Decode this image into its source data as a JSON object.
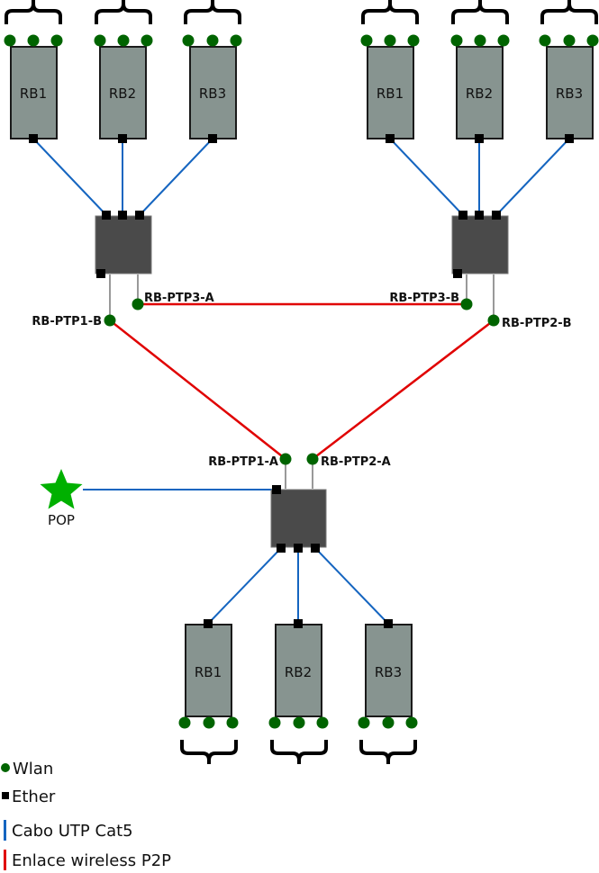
{
  "colors": {
    "utp": "#1565c0",
    "p2p": "#e00000",
    "wlan": "#006400",
    "ether": "#000000",
    "rb_fill": "#879490",
    "switch_fill": "#4a4a4a",
    "pop_star": "#00b000"
  },
  "top_left_group": {
    "rbs": [
      "RB1",
      "RB2",
      "RB3"
    ]
  },
  "top_right_group": {
    "rbs": [
      "RB1",
      "RB2",
      "RB3"
    ]
  },
  "bottom_group": {
    "rbs": [
      "RB1",
      "RB2",
      "RB3"
    ]
  },
  "links": {
    "ptp1_b": "RB-PTP1-B",
    "ptp3_a": "RB-PTP3-A",
    "ptp3_b": "RB-PTP3-B",
    "ptp2_b": "RB-PTP2-B",
    "ptp1_a": "RB-PTP1-A",
    "ptp2_a": "RB-PTP2-A"
  },
  "pop": {
    "label": "POP",
    "icon": "star-icon"
  },
  "legend": {
    "wlan": "Wlan",
    "ether": "Ether",
    "utp": "Cabo UTP Cat5",
    "p2p": "Enlace wireless P2P"
  }
}
